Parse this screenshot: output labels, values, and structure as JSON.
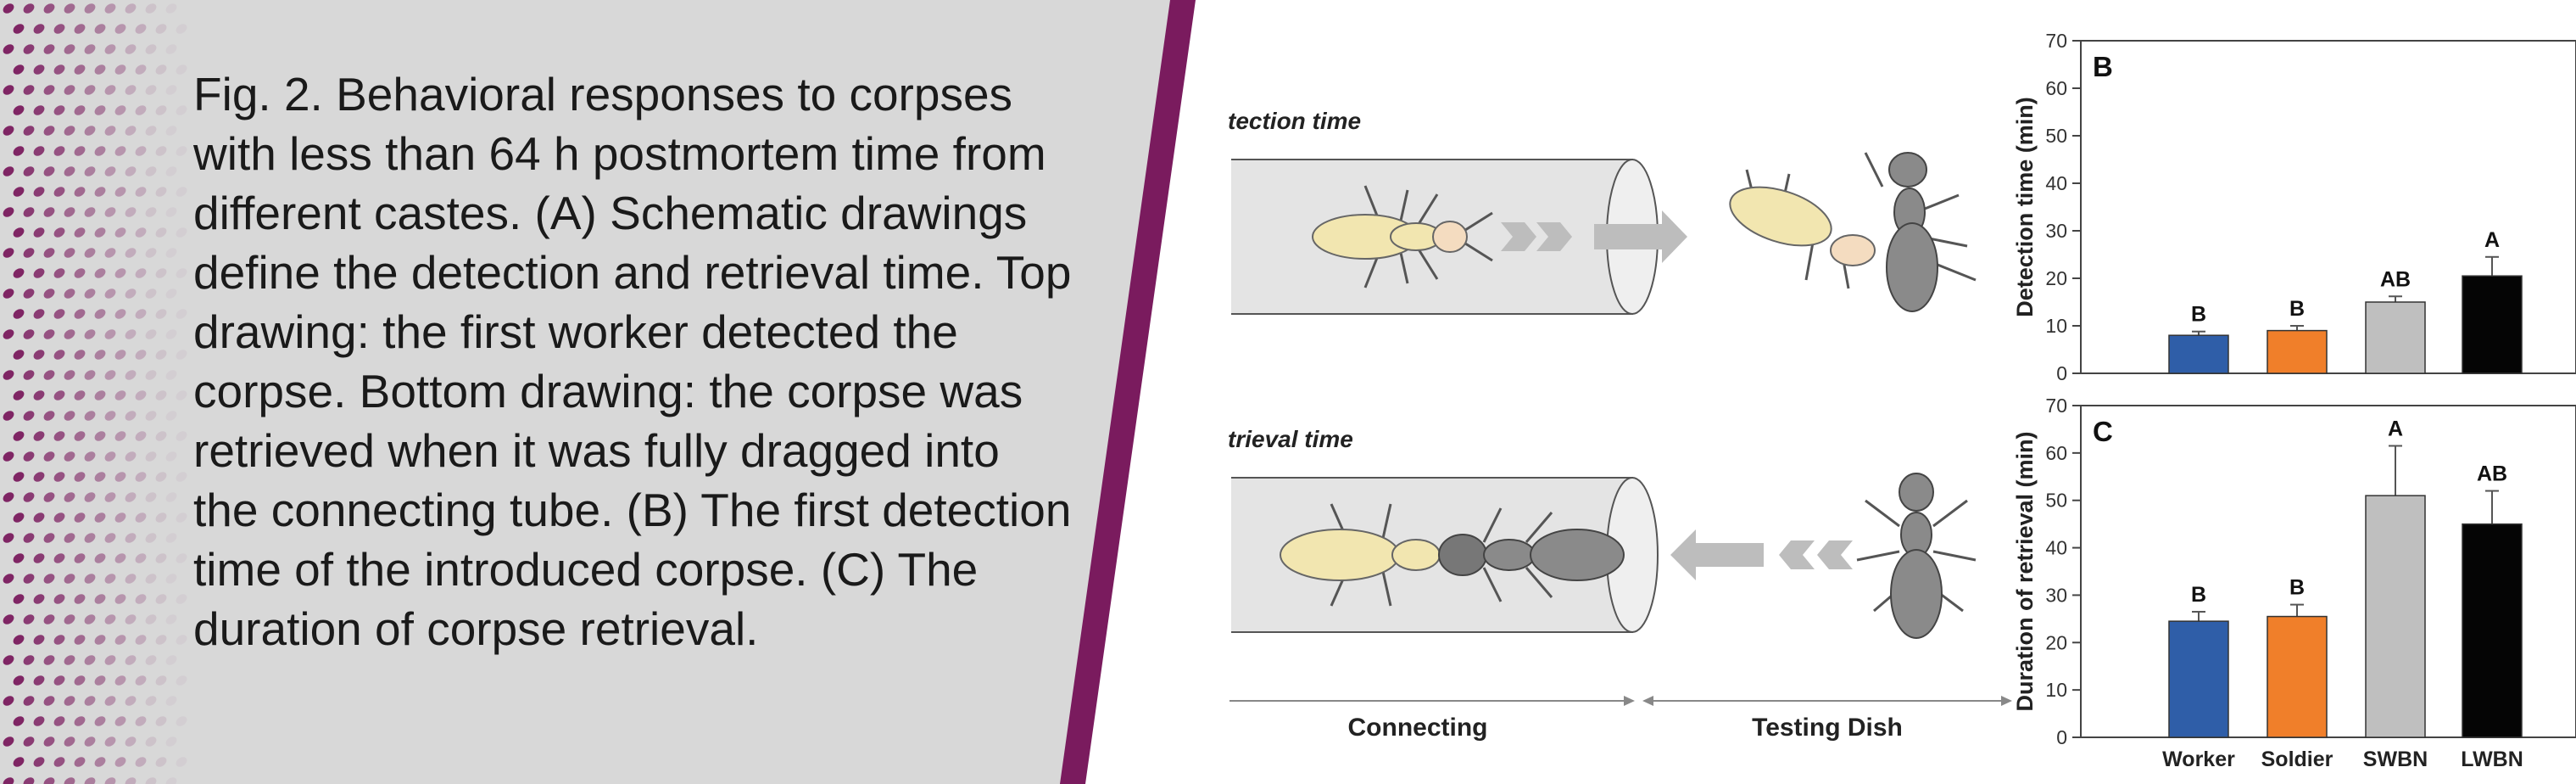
{
  "caption": "Fig. 2. Behavioral responses to corpses with less than 64 h postmortem time from different castes. (A) Schematic drawings define the detection and retrieval time. Top drawing: the first worker detected the corpse. Bottom drawing: the corpse was retrieved when it was fully dragged into the connecting tube. (B) The first detection time of the introduced corpse. (C) The duration of corpse retrieval.",
  "schematic": {
    "top_label": "tection time",
    "bottom_label": "trieval time",
    "connecting_label": "Connecting",
    "testing_dish_label": "Testing Dish"
  },
  "colors": {
    "worker": "#2f5ea8",
    "soldier": "#f07f2a",
    "swbn": "#bfbfbf",
    "lwbn": "#050505",
    "accent_purple": "#7a1b5e"
  },
  "chart_data": [
    {
      "type": "bar",
      "panel_label": "B",
      "ylabel": "Detection time (min)",
      "ylim": [
        0,
        70
      ],
      "yticks": [
        0,
        10,
        20,
        30,
        40,
        50,
        60,
        70
      ],
      "categories": [
        "Worker",
        "Soldier",
        "SWBN",
        "LWBN"
      ],
      "values": [
        8,
        9,
        15,
        20.5
      ],
      "errors": [
        0.8,
        1.0,
        1.2,
        4.0
      ],
      "letters": [
        "B",
        "B",
        "AB",
        "A"
      ]
    },
    {
      "type": "bar",
      "panel_label": "C",
      "ylabel": "Duration of retrieval (min)",
      "xlabel": "",
      "ylim": [
        0,
        70
      ],
      "yticks": [
        0,
        10,
        20,
        30,
        40,
        50,
        60,
        70
      ],
      "categories": [
        "Worker",
        "Soldier",
        "SWBN",
        "LWBN"
      ],
      "values": [
        24.5,
        25.5,
        51,
        45
      ],
      "errors": [
        2.0,
        2.5,
        10.5,
        7.0
      ],
      "letters": [
        "B",
        "B",
        "A",
        "AB"
      ]
    }
  ]
}
